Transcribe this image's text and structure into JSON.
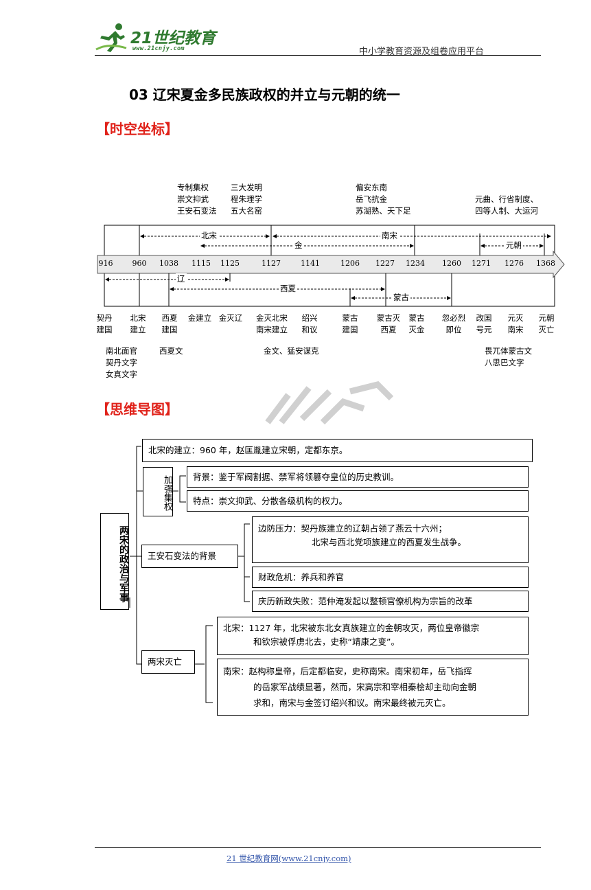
{
  "header": {
    "logo_text": "21世纪教育",
    "logo_url": "www.21cnjy.com",
    "platform": "中小学教育资源及组卷应用平台"
  },
  "title": "03 辽宋夏金多民族政权的并立与元朝的统一",
  "sections": {
    "timeline": "【时空坐标】",
    "mindmap": "【思维导图】"
  },
  "timeline": {
    "top_notes": [
      {
        "lines": [
          "专制集权",
          "崇文抑武",
          "王安石变法"
        ]
      },
      {
        "lines": [
          "三大发明",
          "程朱理学",
          "五大名窑"
        ]
      },
      {
        "lines": [
          "偏安东南",
          "岳飞抗金",
          "苏湖熟、天下足"
        ]
      },
      {
        "lines": [
          "元曲、行省制度、",
          "四等人制、大运河"
        ]
      }
    ],
    "years": [
      "916",
      "960",
      "1038",
      "1115",
      "1125",
      "1127",
      "1141",
      "1206",
      "1227",
      "1234",
      "1260",
      "1271",
      "1276",
      "1368"
    ],
    "spans": {
      "northern_song": "北宋",
      "southern_song": "南宋",
      "jin": "金",
      "yuan": "元朝",
      "liao": "辽",
      "xixia": "西夏",
      "mongol": "蒙古"
    },
    "events": [
      {
        "lines": [
          "契丹",
          "建国"
        ]
      },
      {
        "lines": [
          "北宋",
          "建立"
        ]
      },
      {
        "lines": [
          "西夏",
          "建国"
        ]
      },
      {
        "lines": [
          "金建立"
        ]
      },
      {
        "lines": [
          "金灭辽"
        ]
      },
      {
        "lines": [
          "金灭北宋",
          "南宋建立"
        ]
      },
      {
        "lines": [
          "绍兴",
          "和议"
        ]
      },
      {
        "lines": [
          "蒙古",
          "建国"
        ]
      },
      {
        "lines": [
          "蒙古灭",
          "西夏"
        ]
      },
      {
        "lines": [
          "蒙古",
          "灭金"
        ]
      },
      {
        "lines": [
          "忽必烈",
          "即位"
        ]
      },
      {
        "lines": [
          "改国",
          "号元"
        ]
      },
      {
        "lines": [
          "元灭",
          "南宋"
        ]
      },
      {
        "lines": [
          "元朝",
          "灭亡"
        ]
      }
    ],
    "bottom_notes": [
      {
        "lines": [
          "南北面官",
          "契丹文字",
          "女真文字"
        ]
      },
      {
        "lines": [
          "西夏文"
        ]
      },
      {
        "lines": [
          "金文、猛安谋克"
        ]
      },
      {
        "lines": [
          "畏兀体蒙古文",
          "八思巴文字"
        ]
      }
    ]
  },
  "mindmap": {
    "root": "两宋的政治与军事",
    "founding": "北宋的建立：960 年，赵匡胤建立宋朝，定都东京。",
    "centralize": {
      "label": "加强集权",
      "items": [
        "背景：鉴于军阀割据、禁军将领篡夺皇位的历史教训。",
        "特点：崇文抑武、分散各级机构的权力。"
      ]
    },
    "reform": {
      "label": "王安石变法的背景",
      "border_line1": "边防压力：契丹族建立的辽朝占领了燕云十六州；",
      "border_line2": "北宋与西北党项族建立的西夏发生战争。",
      "finance": "财政危机：养兵和养官",
      "qingli": "庆历新政失败：范仲淹发起以整顿官僚机构为宗旨的改革"
    },
    "fall": {
      "label": "两宋灭亡",
      "north_line1": "北宋：1127 年，北宋被东北女真族建立的金朝攻灭，两位皇帝徽宗",
      "north_line2": "和钦宗被俘虏北去，史称“靖康之变”。",
      "south_line1": "南宋：赵构称皇帝，后定都临安，史称南宋。南宋初年，岳飞指挥",
      "south_line2": "的岳家军战绩显著，然而，宋高宗和宰相秦桧却主动向金朝",
      "south_line3": "求和，南宋与金签订绍兴和议。南宋最终被元灭亡。"
    }
  },
  "footer": "21 世纪教育网(www.21cnjy.com)"
}
